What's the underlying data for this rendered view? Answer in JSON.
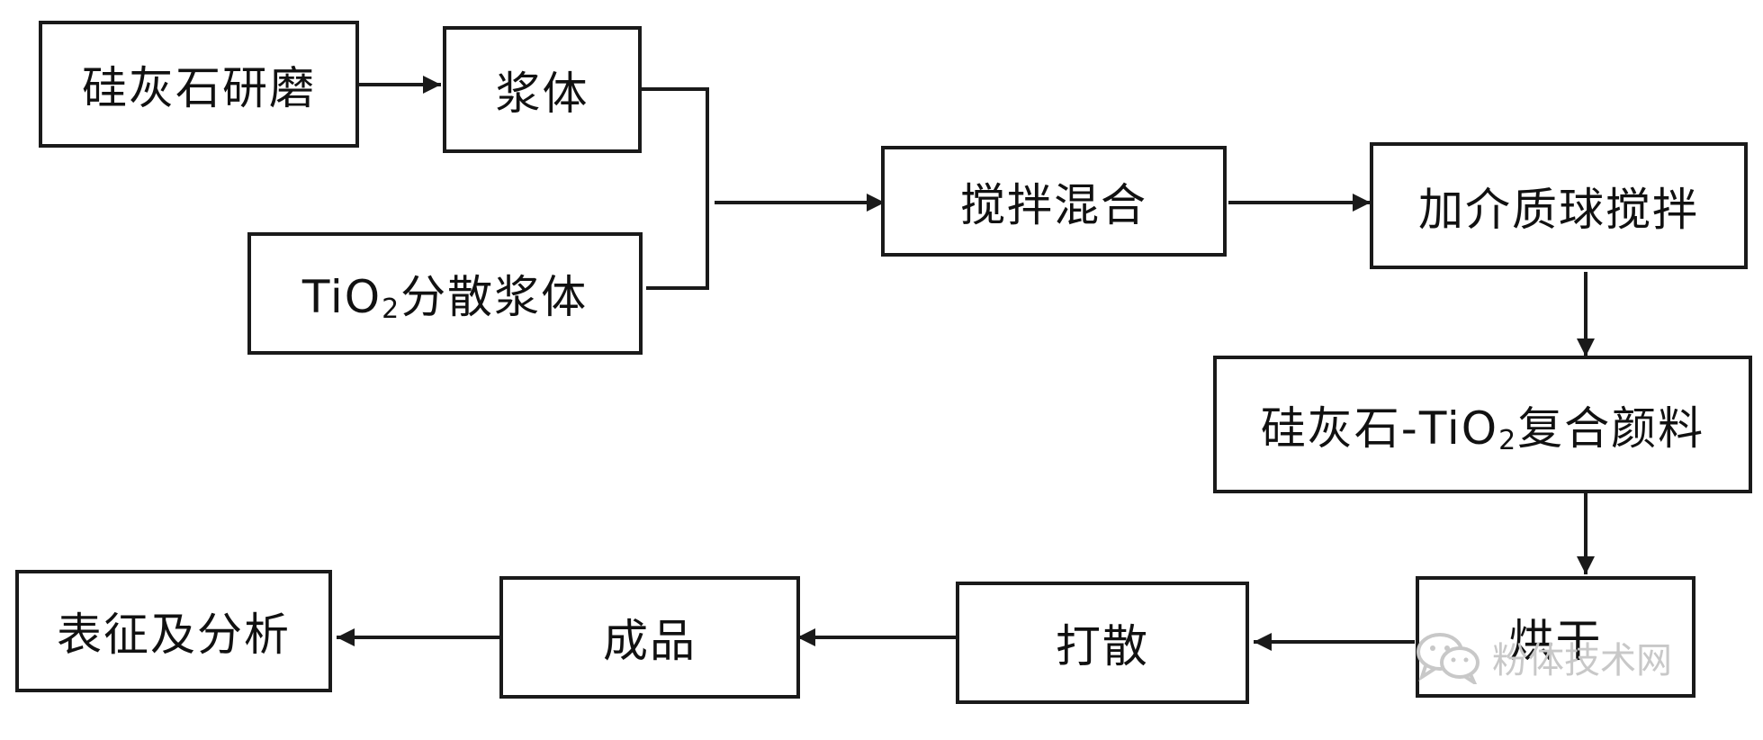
{
  "nodes": {
    "grinding": "硅灰石研磨",
    "slurry": "浆体",
    "tio2_prefix": "TiO",
    "tio2_sub": "2",
    "tio2_suffix": "分散浆体",
    "stir_mix": "搅拌混合",
    "media_stir": "加介质球搅拌",
    "composite_prefix": "硅灰石-TiO",
    "composite_sub": "2",
    "composite_suffix": "复合颜料",
    "drying": "烘干",
    "dispersing": "打散",
    "product": "成品",
    "characterization": "表征及分析"
  },
  "watermark": {
    "text": "粉体技术网",
    "icon": "wechat-icon"
  },
  "colors": {
    "line": "#1a1a1a",
    "watermark": "#c8c8c8"
  }
}
